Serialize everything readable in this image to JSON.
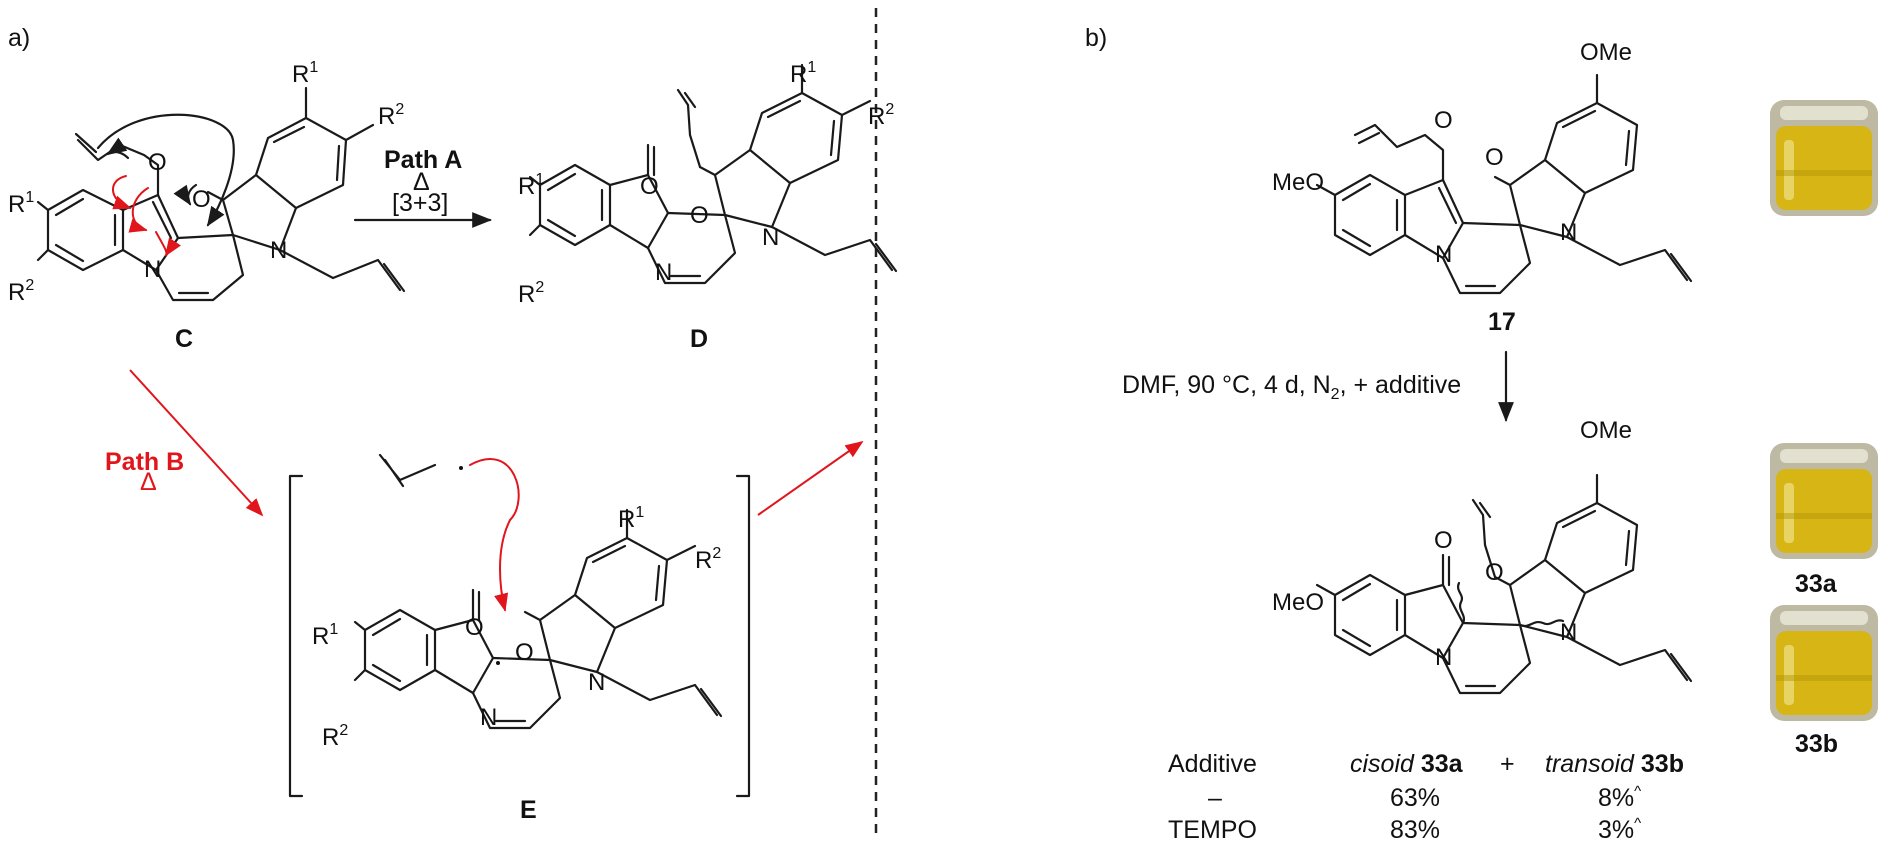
{
  "panel_a": {
    "label": "a)",
    "compound_C": "C",
    "compound_D": "D",
    "compound_E": "E",
    "path_a": {
      "title": "Path A",
      "symbol": "Δ",
      "note": "[3+3]"
    },
    "path_b": {
      "title": "Path B",
      "symbol": "Δ"
    },
    "atoms": {
      "O": "O",
      "N": "N",
      "R": "R",
      "sup1": "1",
      "sup2": "2"
    }
  },
  "panel_b": {
    "label": "b)",
    "compound_17": "17",
    "ome": "OMe",
    "meo": "MeO",
    "conditions": "DMF, 90 °C, 4 d, N",
    "conditions_sub": "2",
    "conditions_end": ", + additive",
    "vial_labels": [
      "33a",
      "33b"
    ],
    "table": {
      "header": {
        "additive": "Additive",
        "cisoid": "cisoid",
        "a": "33a",
        "plus": "+",
        "transoid": "transoid",
        "b": "33b"
      },
      "rows": [
        {
          "additive": "–",
          "cisoid": "63%",
          "transoid": "8%",
          "mark": "^"
        },
        {
          "additive": "TEMPO",
          "cisoid": "83%",
          "transoid": "3%",
          "mark": "^"
        }
      ]
    }
  },
  "colors": {
    "accent_red": "#e0161c",
    "vial_liquid": "#d6b514"
  }
}
